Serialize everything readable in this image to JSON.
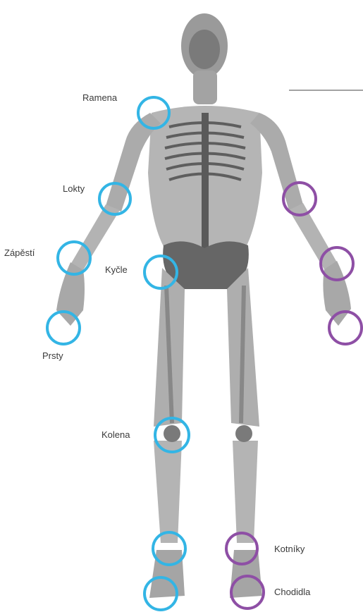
{
  "labels": {
    "shoulders": "Ramena",
    "elbows": "Lokty",
    "wrists": "Zápěstí",
    "hips": "Kyčle",
    "fingers": "Prsty",
    "knees": "Kolena",
    "ankles": "Kotníky",
    "feet": "Chodidla"
  },
  "colors": {
    "left_side_markers": "#33b5e5",
    "right_side_markers": "#8e4fa5",
    "body": "#a9a9a9",
    "bone": "#5f5f5f",
    "text": "#3a3a3a",
    "rule_line": "#444444"
  }
}
